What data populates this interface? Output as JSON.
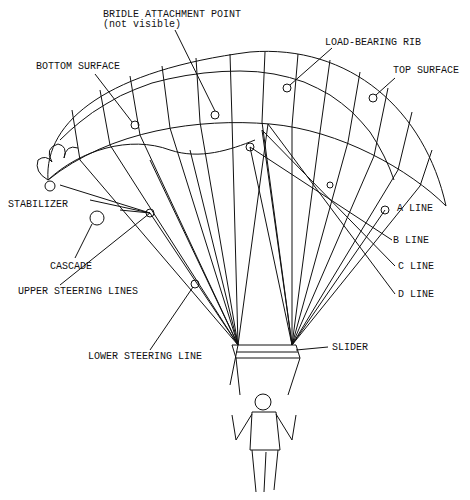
{
  "diagram": {
    "labels": [
      "BRIDLE ATTACHMENT POINT (not visible)",
      "LOAD-BEARING RIB",
      "BOTTOM SURFACE",
      "TOP SURFACE",
      "STABILIZER",
      "CASCADE",
      "A LINE",
      "B LINE",
      "C LINE",
      "D LINE",
      "UPPER STEERING LINES",
      "SLIDER",
      "LOWER STEERING LINE"
    ]
  }
}
